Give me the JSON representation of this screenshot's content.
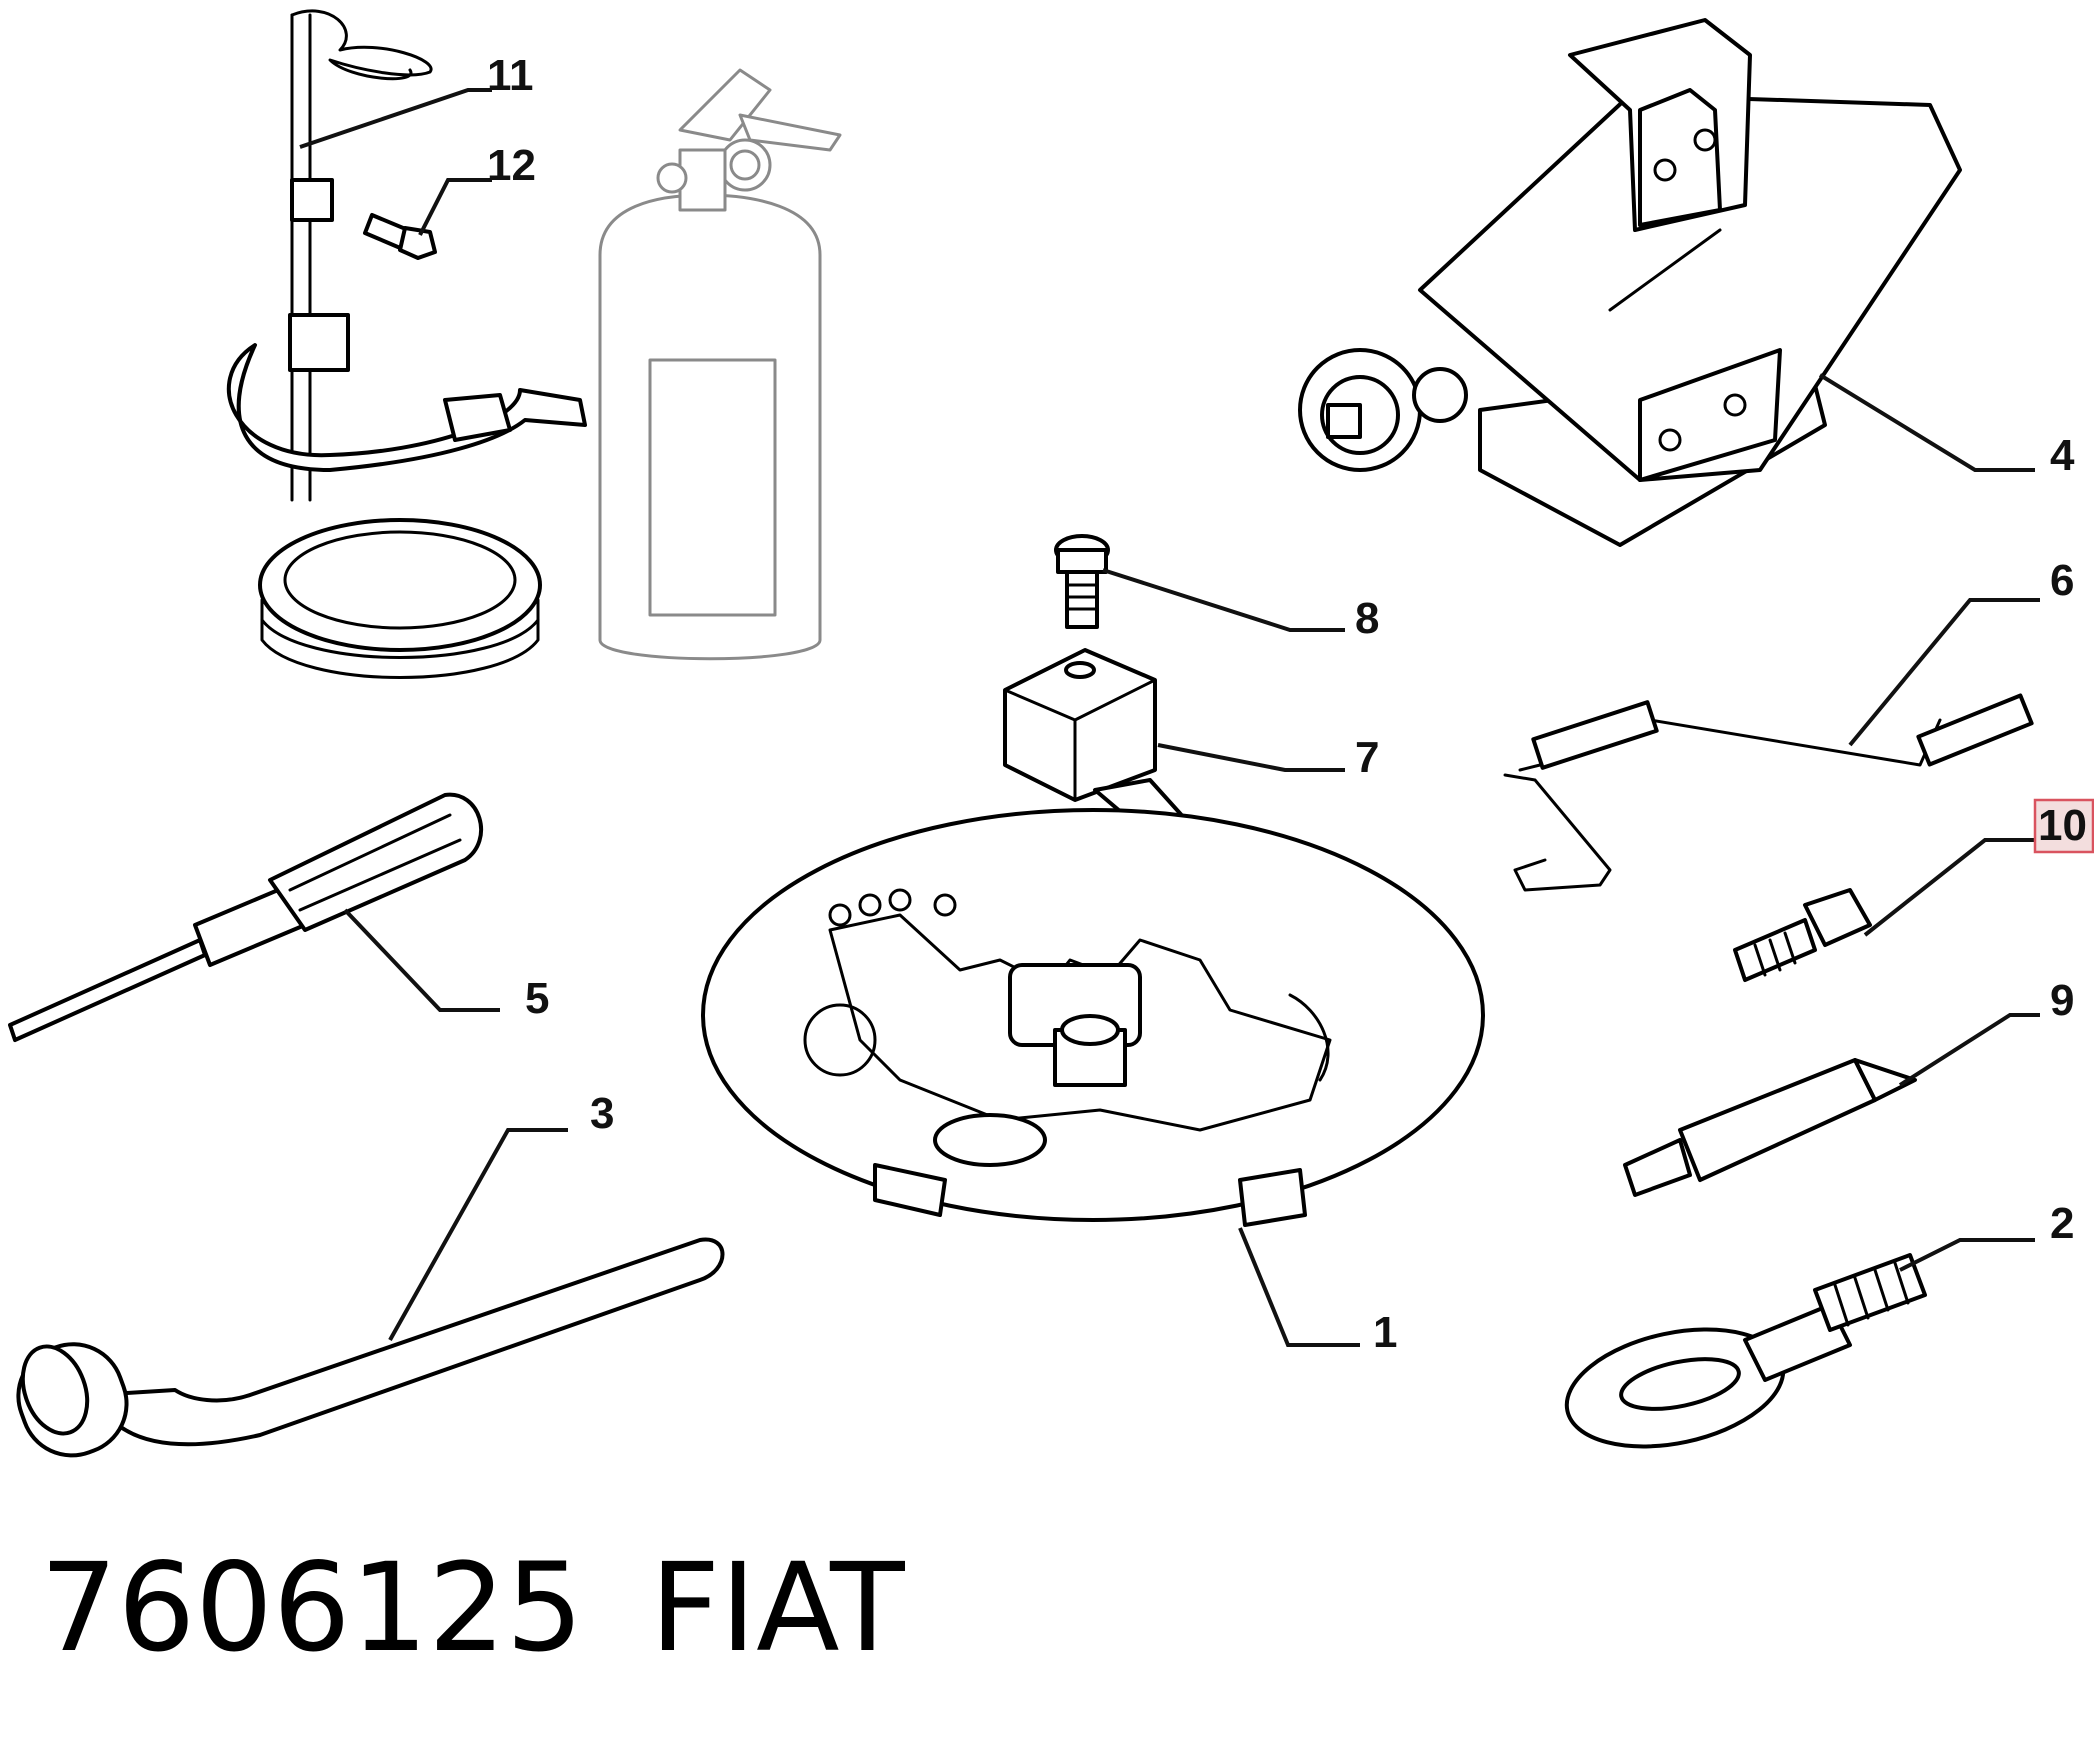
{
  "footer": {
    "part_number": "7606125",
    "brand": "FIAT"
  },
  "callouts": {
    "c1": "1",
    "c2": "2",
    "c3": "3",
    "c4": "4",
    "c5": "5",
    "c6": "6",
    "c7": "7",
    "c8": "8",
    "c9": "9",
    "c10": "10",
    "c11": "11",
    "c12": "12"
  },
  "highlighted_callout": "10",
  "colors": {
    "line_art": "#000000",
    "ghosted_parts": "#8a8a8a",
    "highlight_fill": "#f3dede",
    "highlight_border": "#d9535f"
  }
}
